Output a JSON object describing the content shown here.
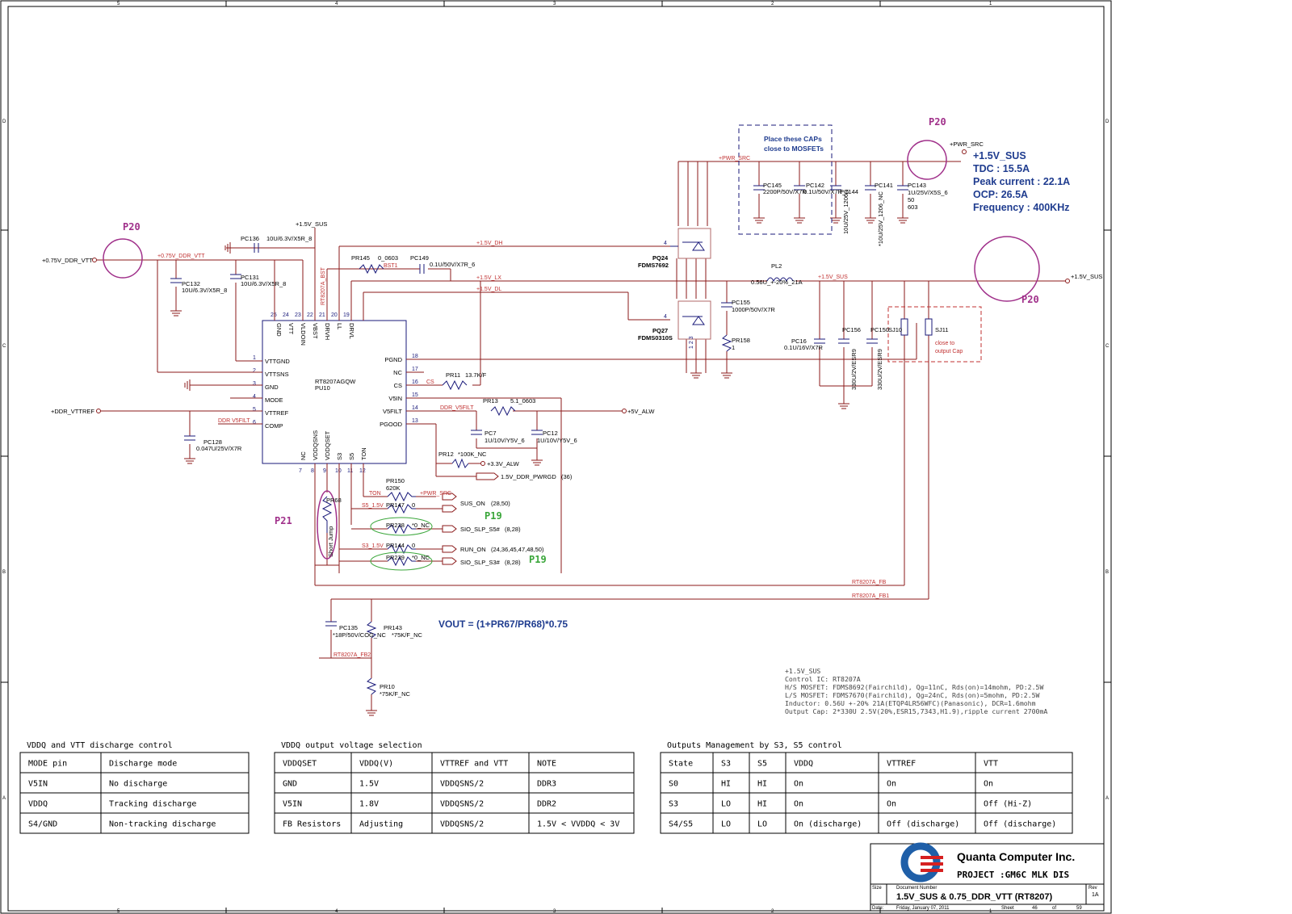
{
  "sheet": {
    "col_markers": [
      "5",
      "4",
      "3",
      "2",
      "1"
    ],
    "row_markers": [
      "D",
      "C",
      "B",
      "A"
    ]
  },
  "ic": {
    "ref": "PU10",
    "part": "RT8207AGQW",
    "left_pins": [
      {
        "num": "1",
        "name": "VTTGND"
      },
      {
        "num": "2",
        "name": "VTTSNS"
      },
      {
        "num": "3",
        "name": "GND"
      },
      {
        "num": "4",
        "name": "MODE"
      },
      {
        "num": "5",
        "name": "VTTREF"
      },
      {
        "num": "6",
        "name": "COMP"
      }
    ],
    "right_pins": [
      {
        "num": "18",
        "name": "PGND"
      },
      {
        "num": "17",
        "name": "NC"
      },
      {
        "num": "16",
        "name": "CS"
      },
      {
        "num": "15",
        "name": "V5IN"
      },
      {
        "num": "14",
        "name": "V5FILT"
      },
      {
        "num": "13",
        "name": "PGOOD"
      }
    ],
    "top_pins": [
      {
        "num": "25",
        "name": "GND"
      },
      {
        "num": "24",
        "name": "VTT"
      },
      {
        "num": "23",
        "name": "VLDOIN"
      },
      {
        "num": "22",
        "name": "VBST"
      },
      {
        "num": "21",
        "name": "DRVH"
      },
      {
        "num": "20",
        "name": "LL"
      },
      {
        "num": "19",
        "name": "DRVL"
      }
    ],
    "bottom_pins": [
      {
        "num": "7",
        "name": "NC"
      },
      {
        "num": "8",
        "name": "VDDQSNS"
      },
      {
        "num": "9",
        "name": "VDDQSET"
      },
      {
        "num": "10",
        "name": "S3"
      },
      {
        "num": "11",
        "name": "S5"
      },
      {
        "num": "12",
        "name": "TON"
      }
    ]
  },
  "labels": {
    "vtt_in": "+0.75V_DDR_VTT",
    "vtt_net": "+0.75V_DDR_VTT",
    "sus_top": "+1.5V_SUS",
    "rt_bst": "RT8207A_BST",
    "pc136": "PC136",
    "pc136_v": "10U/6.3V/X5R_8",
    "pc131": "PC131",
    "pc131_v": "10U/6.3V/X5R_8",
    "pc132": "PC132",
    "pc132_v": "10U/6.3V/X5R_8",
    "pr145": "PR145",
    "pr145_v": "0_0603",
    "bst1": "BST1",
    "pc149": "PC149",
    "pc149_v": "0.1U/50V/X7R_6",
    "dh": "+1.5V_DH",
    "lx": "+1.5V_LX",
    "dl": "+1.5V_DL",
    "pwr_src_a": "+PWR_SRC",
    "pwr_src_b": "+PWR_SRC",
    "pq24": "PQ24",
    "pq24_v": "FDMS7692",
    "pq27": "PQ27",
    "pq27_v": "FDMS0310S",
    "pc145": "PC145",
    "pc145_v": "2200P/50V/X7R",
    "pc142": "PC142",
    "pc142_v": "0.1U/50V/X7R_6",
    "pc144": "PC144",
    "pc144_v": "10U/25V_1206",
    "pc141": "PC141",
    "pc141_v": "*10U/25V_1206_NC",
    "pc143": "PC143",
    "pc143_v": "1U/25V/X5S_6",
    "pc143_a": "50",
    "pc143_b": "603",
    "place_note_1": "Place these CAPs",
    "place_note_2": "close to MOSFETs",
    "pl2": "PL2",
    "pl2_v": "0.56U_+-20%_21A",
    "sus_net": "+1.5V_SUS",
    "sus_out": "+1.5V_SUS",
    "pc155": "PC155",
    "pc155_v": "1000P/50V/X7R",
    "pr158": "PR158",
    "pr158_v": "1",
    "pc16": "PC16",
    "pc16_v": "0.1U/16V/X7R",
    "pc156": "PC156",
    "pc156_v": "330U/2V/ESR9",
    "pc150": "PC150",
    "pc150_v": "330U/2V/ESR9",
    "sj10": "SJ10",
    "sj11": "SJ11",
    "close_1": "close to",
    "close_2": "output Cap",
    "pgnd_pins": "1 2 3",
    "pr11": "PR11",
    "pr11_v": "13.7K/F",
    "cs": "CS",
    "pr13": "PR13",
    "pr13_v": "5.1_0603",
    "v5filt": "DDR_V5FILT",
    "alw5": "+5V_ALW",
    "pc7": "PC7",
    "pc7_v": "1U/10V/Y5V_6",
    "pc12": "PC12",
    "pc12_v": "1U/10V/Y5V_6",
    "pr12": "PR12",
    "pr12_v": "*100K_NC",
    "alw33": "+3.3V_ALW",
    "pwrgd": "1.5V_DDR_PWRGD",
    "pwrgd_ref": "(36)",
    "ddr_vttref": "+DDR_VTTREF",
    "pc128": "PC128",
    "pc128_v": "0.047U/25V/X7R",
    "comp_net": "DDR V5FILT",
    "pr150": "PR150",
    "pr150_v": "620K",
    "ton": "TON",
    "pwr_src_c": "+PWR_SRC",
    "s5": "S5_1.5V",
    "pr147": "PR147",
    "pr147_v": "0",
    "sus_on": "SUS_ON",
    "sus_on_ref": "(28,50)",
    "pr238": "PR238",
    "pr238_v": "*0_NC",
    "slp_s5": "SIO_SLP_S5#",
    "slp_s5_ref": "(8,28)",
    "s3": "S3_1.5V",
    "pr144": "PR144",
    "pr144_v": "0",
    "run_on": "RUN_ON",
    "run_on_ref": "(24,36,45,47,48,50)",
    "pr239": "PR239",
    "pr239_v": "*0_NC",
    "slp_s3": "SIO_SLP_S3#",
    "slp_s3_ref": "(8,28)",
    "pr68": "PR68",
    "short_jump": "Short Jump",
    "fb": "RT8207A_FB",
    "fb1": "RT8207A_FB1",
    "pc135": "PC135",
    "pc135_v": "*18P/50V/COG_NC",
    "pr143": "PR143",
    "pr143_v": "*75K/F_NC",
    "fb2": "RT8207A_FB2",
    "pr10": "PR10",
    "pr10_v": "*75K/F_NC",
    "vout_formula": "VOUT = (1+PR67/PR68)*0.75"
  },
  "probes": {
    "p20_a": "P20",
    "p20_b": "P20",
    "p20_c": "P20",
    "p21": "P21",
    "p19_a": "P19",
    "p19_b": "P19"
  },
  "specs": {
    "title": "+1.5V_SUS",
    "tdc": "TDC : 15.5A",
    "peak": "Peak current : 22.1A",
    "ocp": "OCP: 26.5A",
    "freq": "Frequency : 400KHz"
  },
  "notes": [
    "+1.5V_SUS",
    "Control IC: RT8207A",
    "H/S MOSFET: FDMS8692(Fairchild), Qg=11nC, Rds(on)=14mohm, PD:2.5W",
    "L/S MOSFET: FDMS7670(Fairchild), Qg=24nC, Rds(on)=5mohm, PD:2.5W",
    "Inductor: 0.56U +-20% 21A(ETQP4LR56WFC)(Panasonic), DCR=1.6mohm",
    "Output Cap: 2*330U 2.5V(20%,ESR15,7343,H1.9),ripple current 2700mA"
  ],
  "table1": {
    "title": "VDDQ and VTT discharge control",
    "headers": [
      "MODE pin",
      "Discharge mode"
    ],
    "rows": [
      [
        "V5IN",
        "No discharge"
      ],
      [
        "VDDQ",
        "Tracking discharge"
      ],
      [
        "S4/GND",
        "Non-tracking discharge"
      ]
    ]
  },
  "table2": {
    "title": "VDDQ output voltage selection",
    "headers": [
      "VDDQSET",
      "VDDQ(V)",
      "VTTREF and VTT",
      "NOTE"
    ],
    "rows": [
      [
        "GND",
        "1.5V",
        "VDDQSNS/2",
        "DDR3"
      ],
      [
        "V5IN",
        "1.8V",
        "VDDQSNS/2",
        "DDR2"
      ],
      [
        "FB Resistors",
        "Adjusting",
        "VDDQSNS/2",
        "1.5V < VVDDQ < 3V"
      ]
    ]
  },
  "table3": {
    "title": "Outputs Management by S3, S5 control",
    "headers": [
      "State",
      "S3",
      "S5",
      "VDDQ",
      "VTTREF",
      "VTT"
    ],
    "rows": [
      [
        "S0",
        "HI",
        "HI",
        "On",
        "On",
        "On"
      ],
      [
        "S3",
        "LO",
        "HI",
        "On",
        "On",
        "Off (Hi-Z)"
      ],
      [
        "S4/S5",
        "LO",
        "LO",
        "On (discharge)",
        "Off (discharge)",
        "Off (discharge)"
      ]
    ]
  },
  "titleblock": {
    "company": "Quanta Computer Inc.",
    "project": "PROJECT :GM6C MLK DIS",
    "size_label": "Size",
    "docnum_label": "Document Number",
    "doc_title": "1.5V_SUS & 0.75_DDR_VTT (RT8207)",
    "rev_label": "Rev",
    "rev": "1A",
    "date_label": "Date:",
    "date": "Friday, January 07, 2011",
    "sheet_label": "Sheet",
    "sheet_num": "46",
    "of_label": "of",
    "sheet_total": "59"
  },
  "colors": {
    "wire": "#8b1a1a",
    "pin": "#1a1a7a",
    "net_label": "#c03030",
    "spec_text": "#1f3c8f",
    "probe": "#a0308a",
    "probe_alt": "#3aa63a",
    "logo_blue": "#1f5fa8",
    "logo_red": "#d62020"
  }
}
